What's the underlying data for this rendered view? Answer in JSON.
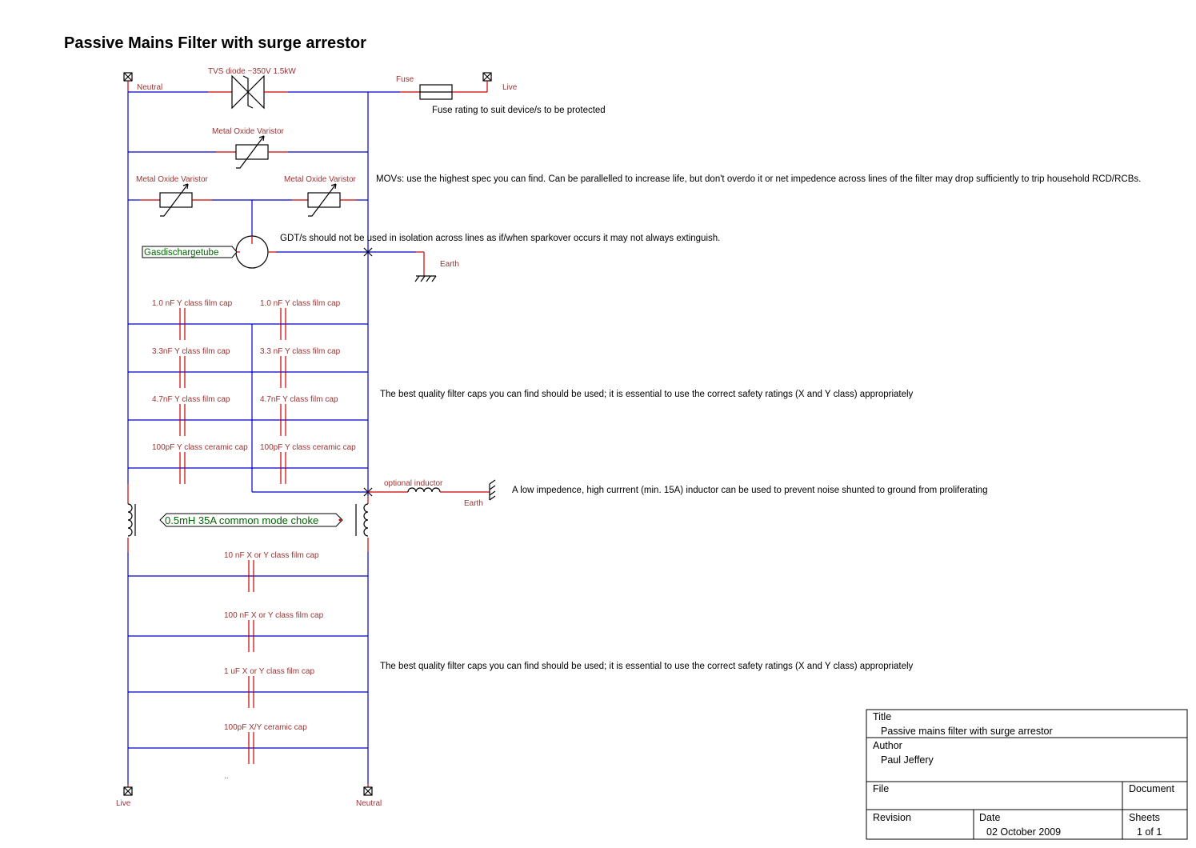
{
  "title": "Passive Mains Filter with surge arrestor",
  "ports": {
    "neutral_top": "Neutral",
    "live_top": "Live",
    "live_bottom": "Live",
    "neutral_bottom": "Neutral"
  },
  "components": {
    "tvs": "TVS diode ~350V 1.5kW",
    "fuse": "Fuse",
    "mov_top": "Metal Oxide Varistor",
    "mov_left": "Metal Oxide Varistor",
    "mov_right": "Metal Oxide Varistor",
    "gdt_tag": "Gasdischargetube",
    "earth_gdt": "Earth",
    "cap_y_1_left": "1.0 nF Y class film cap",
    "cap_y_1_right": "1.0 nF Y class film cap",
    "cap_y_2_left": "3.3nF Y class film cap",
    "cap_y_2_right": "3.3 nF Y class film cap",
    "cap_y_3_left": "4.7nF Y class film cap",
    "cap_y_3_right": "4.7nF Y class film cap",
    "cap_y_4_left": "100pF Y class ceramic cap",
    "cap_y_4_right": "100pF Y class ceramic cap",
    "inductor": "optional inductor",
    "earth_inductor": "Earth",
    "choke_tag": "0.5mH 35A common mode choke",
    "cap_x_1": "10 nF  X or Y class film cap",
    "cap_x_2": "100 nF  X or Y class film cap",
    "cap_x_3": "1 uF  X or Y class film cap",
    "cap_x_4": "100pF X/Y ceramic cap",
    "ellipsis": ".."
  },
  "notes": {
    "fuse_note": "Fuse rating to suit device/s to be protected",
    "mov_note": "MOVs: use the highest spec you can find.  Can be parallelled to increase life, but don't overdo it or net impedence across lines of the filter may drop sufficiently to trip household RCD/RCBs.",
    "gdt_note": "GDT/s should not be   used in isolation across lines as if/when sparkover occurs it may not always extinguish.",
    "caps_note_1": "The best quality filter caps you can find should be used; it is essential to use the correct safety ratings (X and Y class) appropriately",
    "inductor_note": "A low impedence, high currrent (min. 15A) inductor can be used to prevent noise shunted to ground from proliferating",
    "caps_note_2": "The best quality filter caps you can find should be used; it is essential to use the correct safety ratings (X and Y class) appropriately"
  },
  "title_block": {
    "title_label": "Title",
    "title_value": "Passive mains filter with surge arrestor",
    "author_label": "Author",
    "author_value": "Paul Jeffery",
    "file_label": "File",
    "document_label": "Document",
    "revision_label": "Revision",
    "date_label": "Date",
    "date_value": "02 October 2009",
    "sheets_label": "Sheets",
    "sheets_value": "1 of 1"
  }
}
